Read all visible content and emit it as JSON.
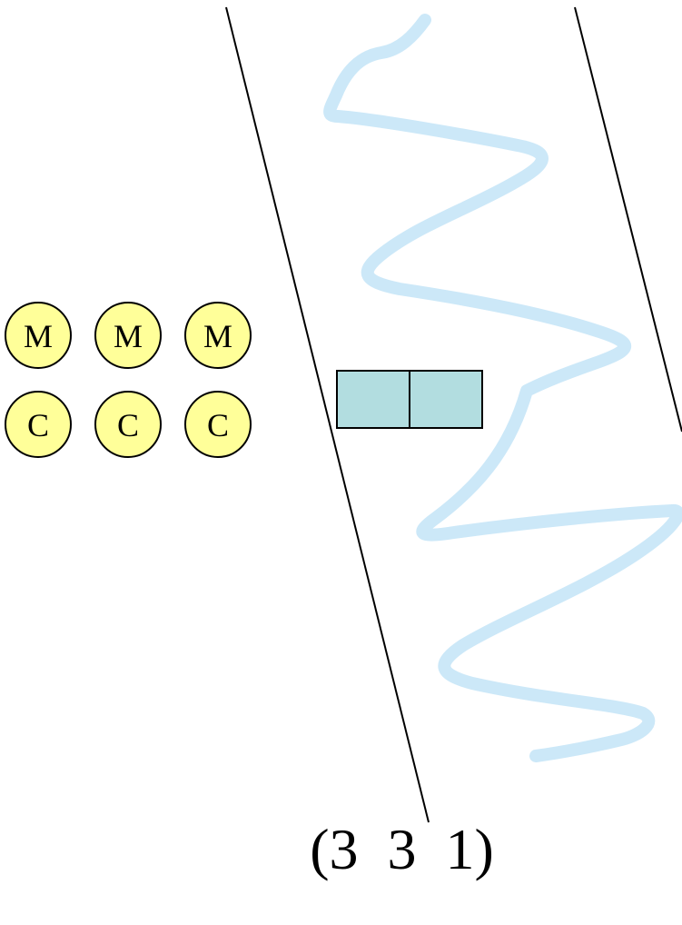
{
  "diagram": {
    "missionaries_left": [
      "M",
      "M",
      "M"
    ],
    "cannibals_left": [
      "C",
      "C",
      "C"
    ],
    "state_label": "(3  3  1)",
    "colors": {
      "token_fill": "#ffff99",
      "token_stroke": "#000000",
      "boat_fill": "#b2dde0",
      "boat_stroke": "#000000",
      "river_stroke": "#cce8f8",
      "bank_line": "#000000"
    }
  }
}
